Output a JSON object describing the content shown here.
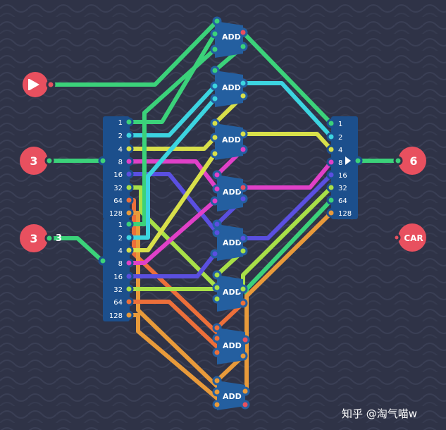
{
  "colors": {
    "background": "#2f3347",
    "wave": "#3a3f55",
    "node_red": "#e8505f",
    "panel_blue": "#1c4f8c",
    "gate_blue": "#245fa0",
    "wire_green": "#3bd27a",
    "wire_cyan": "#3cd4e0",
    "wire_yellow": "#d8e04a",
    "wire_magenta": "#e040c8",
    "wire_indigo": "#5a4fe0",
    "wire_lime": "#a8e048",
    "wire_orange": "#ec6f3a",
    "wire_amber": "#e89a3a"
  },
  "nodes": {
    "play": {
      "icon": "play-icon"
    },
    "input_a": {
      "value": "3"
    },
    "input_b": {
      "value": "3",
      "wire_label": "3"
    },
    "output": {
      "value": "6"
    },
    "carry": {
      "label": "CAR"
    }
  },
  "splitter_a": {
    "bits": [
      "1",
      "2",
      "4",
      "8",
      "16",
      "32",
      "64",
      "128"
    ]
  },
  "splitter_b": {
    "bits": [
      "1",
      "2",
      "4",
      "8",
      "16",
      "32",
      "64",
      "128"
    ]
  },
  "combiner": {
    "bits": [
      "1",
      "2",
      "4",
      "8",
      "16",
      "32",
      "64",
      "128"
    ]
  },
  "adders": [
    {
      "label": "ADD"
    },
    {
      "label": "ADD"
    },
    {
      "label": "ADD"
    },
    {
      "label": "ADD"
    },
    {
      "label": "ADD"
    },
    {
      "label": "ADD"
    },
    {
      "label": "ADD"
    },
    {
      "label": "ADD"
    }
  ],
  "watermark": {
    "text": "知乎 @淘气喵w"
  }
}
